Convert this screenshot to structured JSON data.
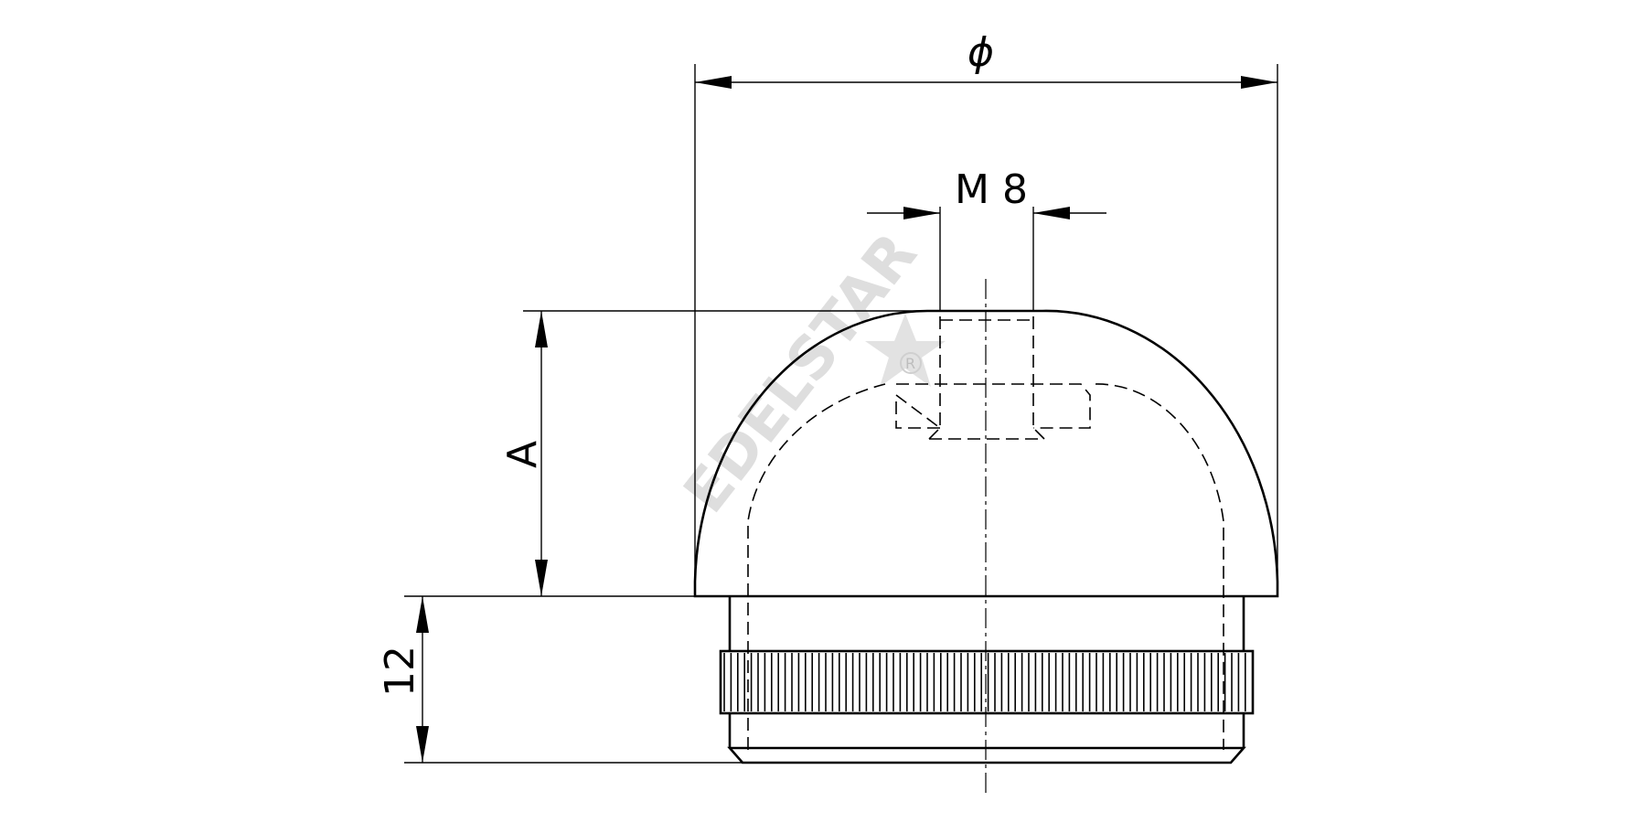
{
  "dimensions": {
    "diameter": "ϕ",
    "thread": "M 8",
    "height": "A",
    "collar": "12"
  },
  "watermark": {
    "text": "EDELSTAR",
    "mark": "R"
  },
  "colors": {
    "line": "#000000",
    "watermark": "#d9d9d9",
    "background": "#ffffff"
  }
}
